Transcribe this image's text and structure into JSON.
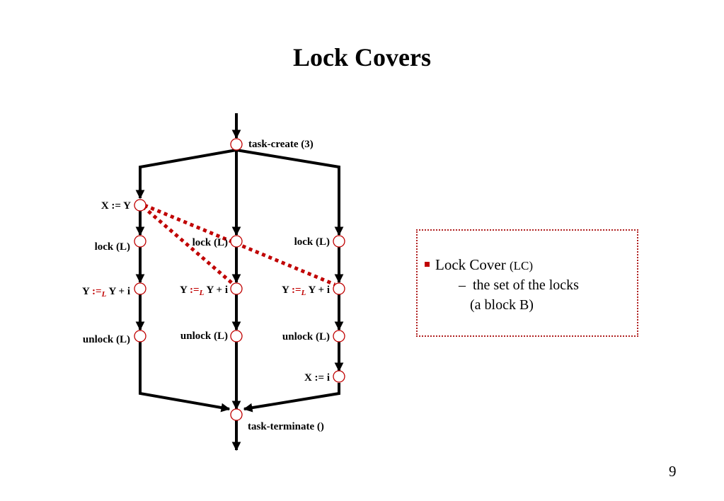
{
  "slide": {
    "title": "Lock Covers",
    "page_number": "9"
  },
  "diagram": {
    "labels": {
      "task_create": "task-create (3)",
      "x_assign_y": "X := Y",
      "lock_left": "lock (L)",
      "lock_mid": "lock (L)",
      "lock_right": "lock (L)",
      "y_assign_prefix": "Y ",
      "y_assign_op": ":=",
      "y_assign_sub": "L",
      "y_assign_suffix": " Y + i",
      "unlock_left": "unlock (L)",
      "unlock_mid": "unlock (L)",
      "unlock_right": "unlock (L)",
      "x_assign_i": "X := i",
      "task_terminate": "task-terminate ()"
    },
    "colors": {
      "node_stroke": "#c00000",
      "cover_line": "#c00000",
      "edge": "#000000"
    }
  },
  "lock_cover_box": {
    "term": "Lock Cover",
    "abbrev": "(LC)",
    "dash": "–",
    "definition_line1": "the set of the locks",
    "definition_line2": "(a block B)"
  }
}
